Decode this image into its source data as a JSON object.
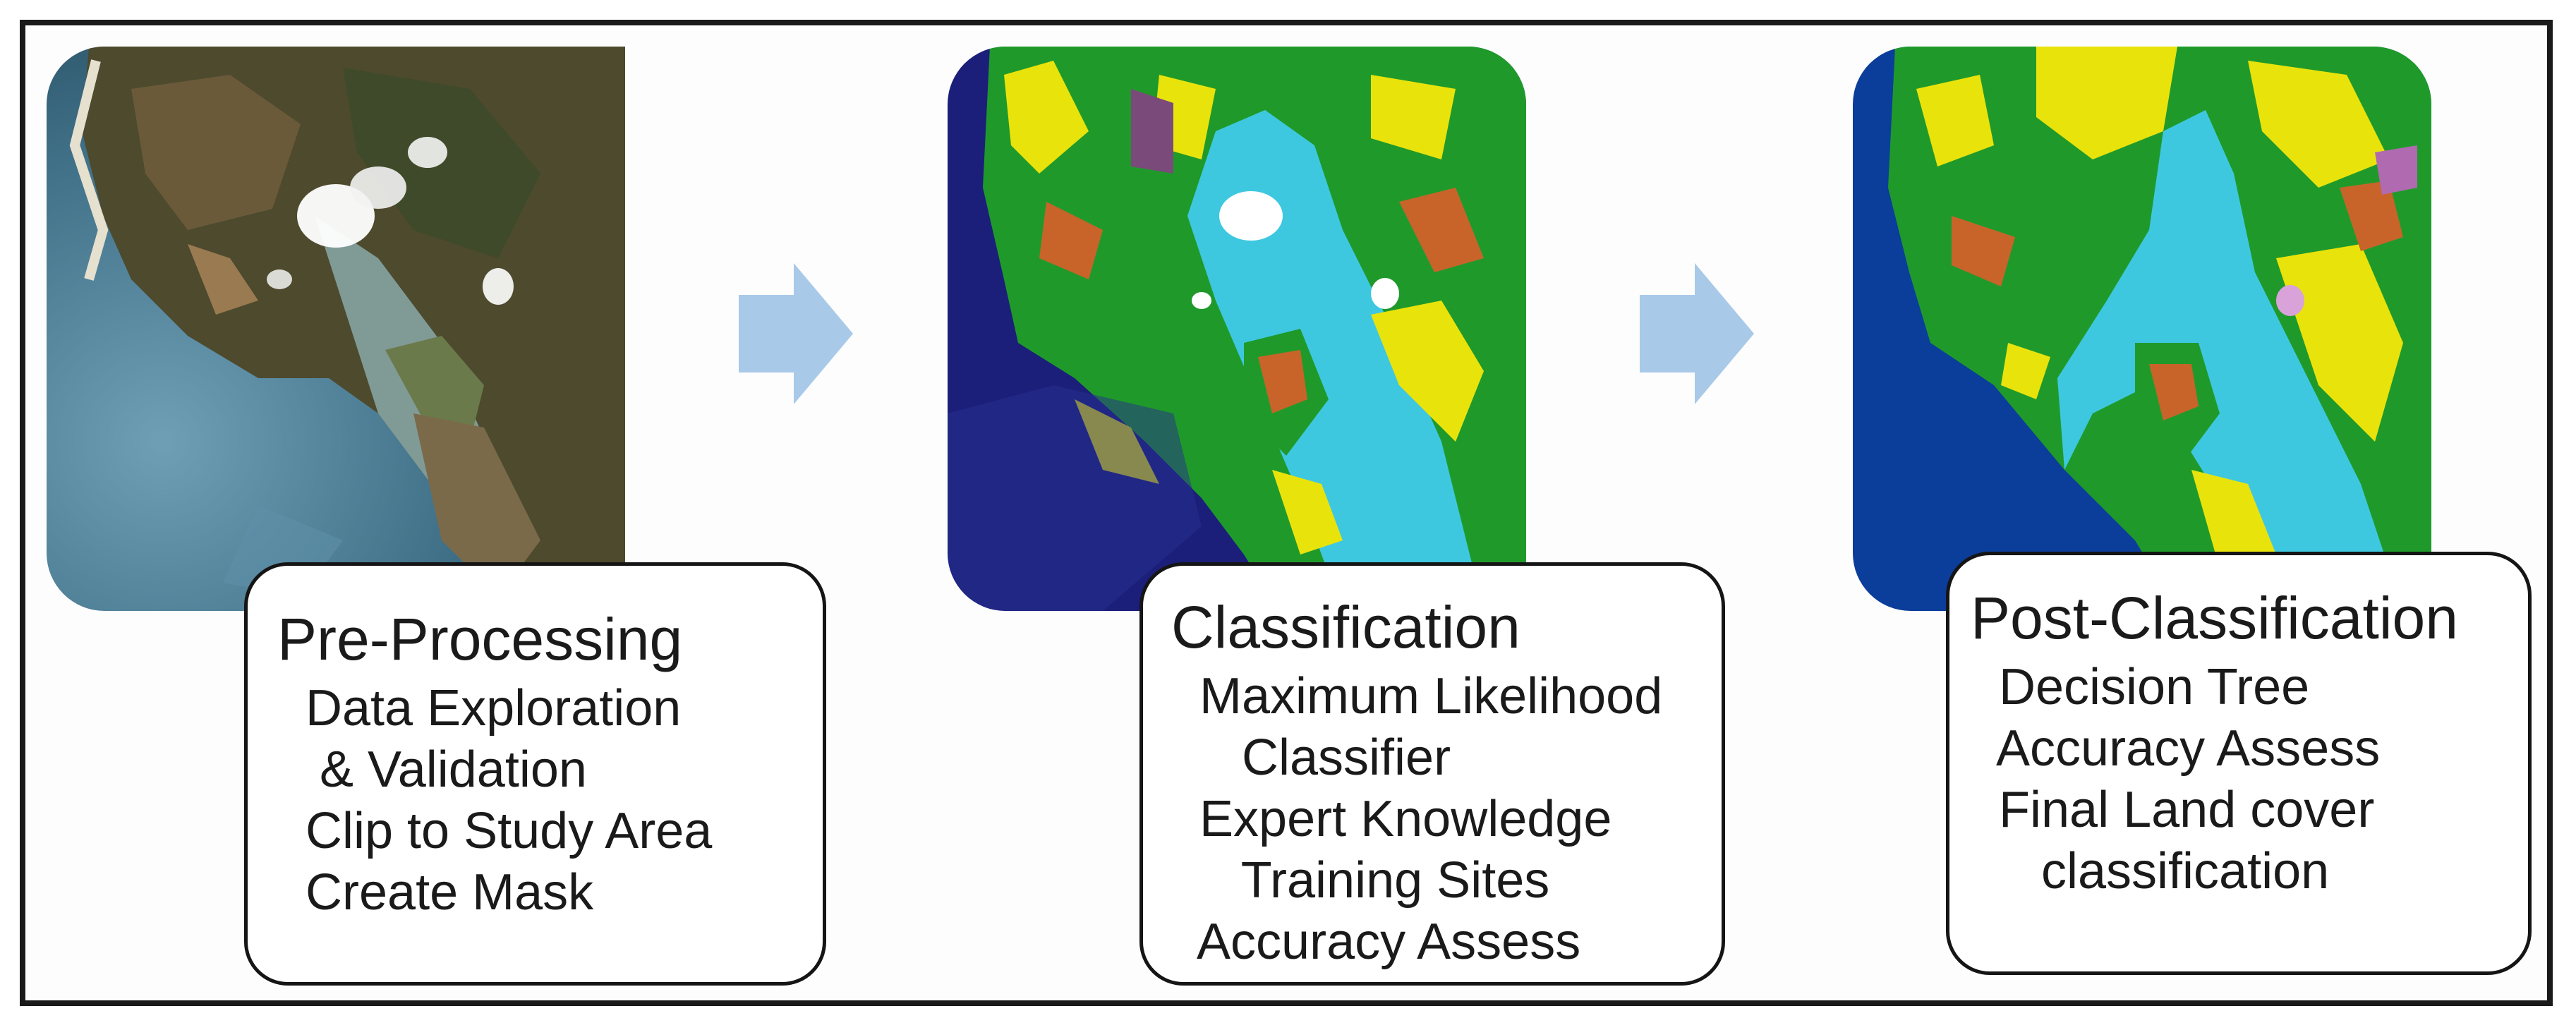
{
  "steps": [
    {
      "title": "Pre-Processing",
      "items": [
        "  Data Exploration",
        "   & Validation",
        "  Clip to Study Area",
        "  Create Mask"
      ]
    },
    {
      "title": "Classification",
      "items": [
        "  Maximum Likelihood",
        "     Classifier",
        "  Expert Knowledge",
        "     Training Sites",
        "  Accuracy Assess"
      ]
    },
    {
      "title": "Post-Classification",
      "items": [
        "  Decision Tree",
        "  Accuracy Assess",
        "  Final Land cover",
        "     classification"
      ]
    }
  ],
  "colors": {
    "arrow": "#a9c9e8",
    "border": "#1a1a1a",
    "ocean_satellite": "#3f6f86",
    "ocean_classified": "#1b1f7a",
    "ocean_post": "#0b3d9b",
    "water": "#3ec8e0",
    "forest": "#1f9a2a",
    "cropland": "#e9e30c",
    "bare": "#c8642a",
    "cloud": "#ffffff"
  },
  "icons": [
    "satellite-image",
    "classified-map",
    "post-classified-map",
    "right-arrow"
  ]
}
